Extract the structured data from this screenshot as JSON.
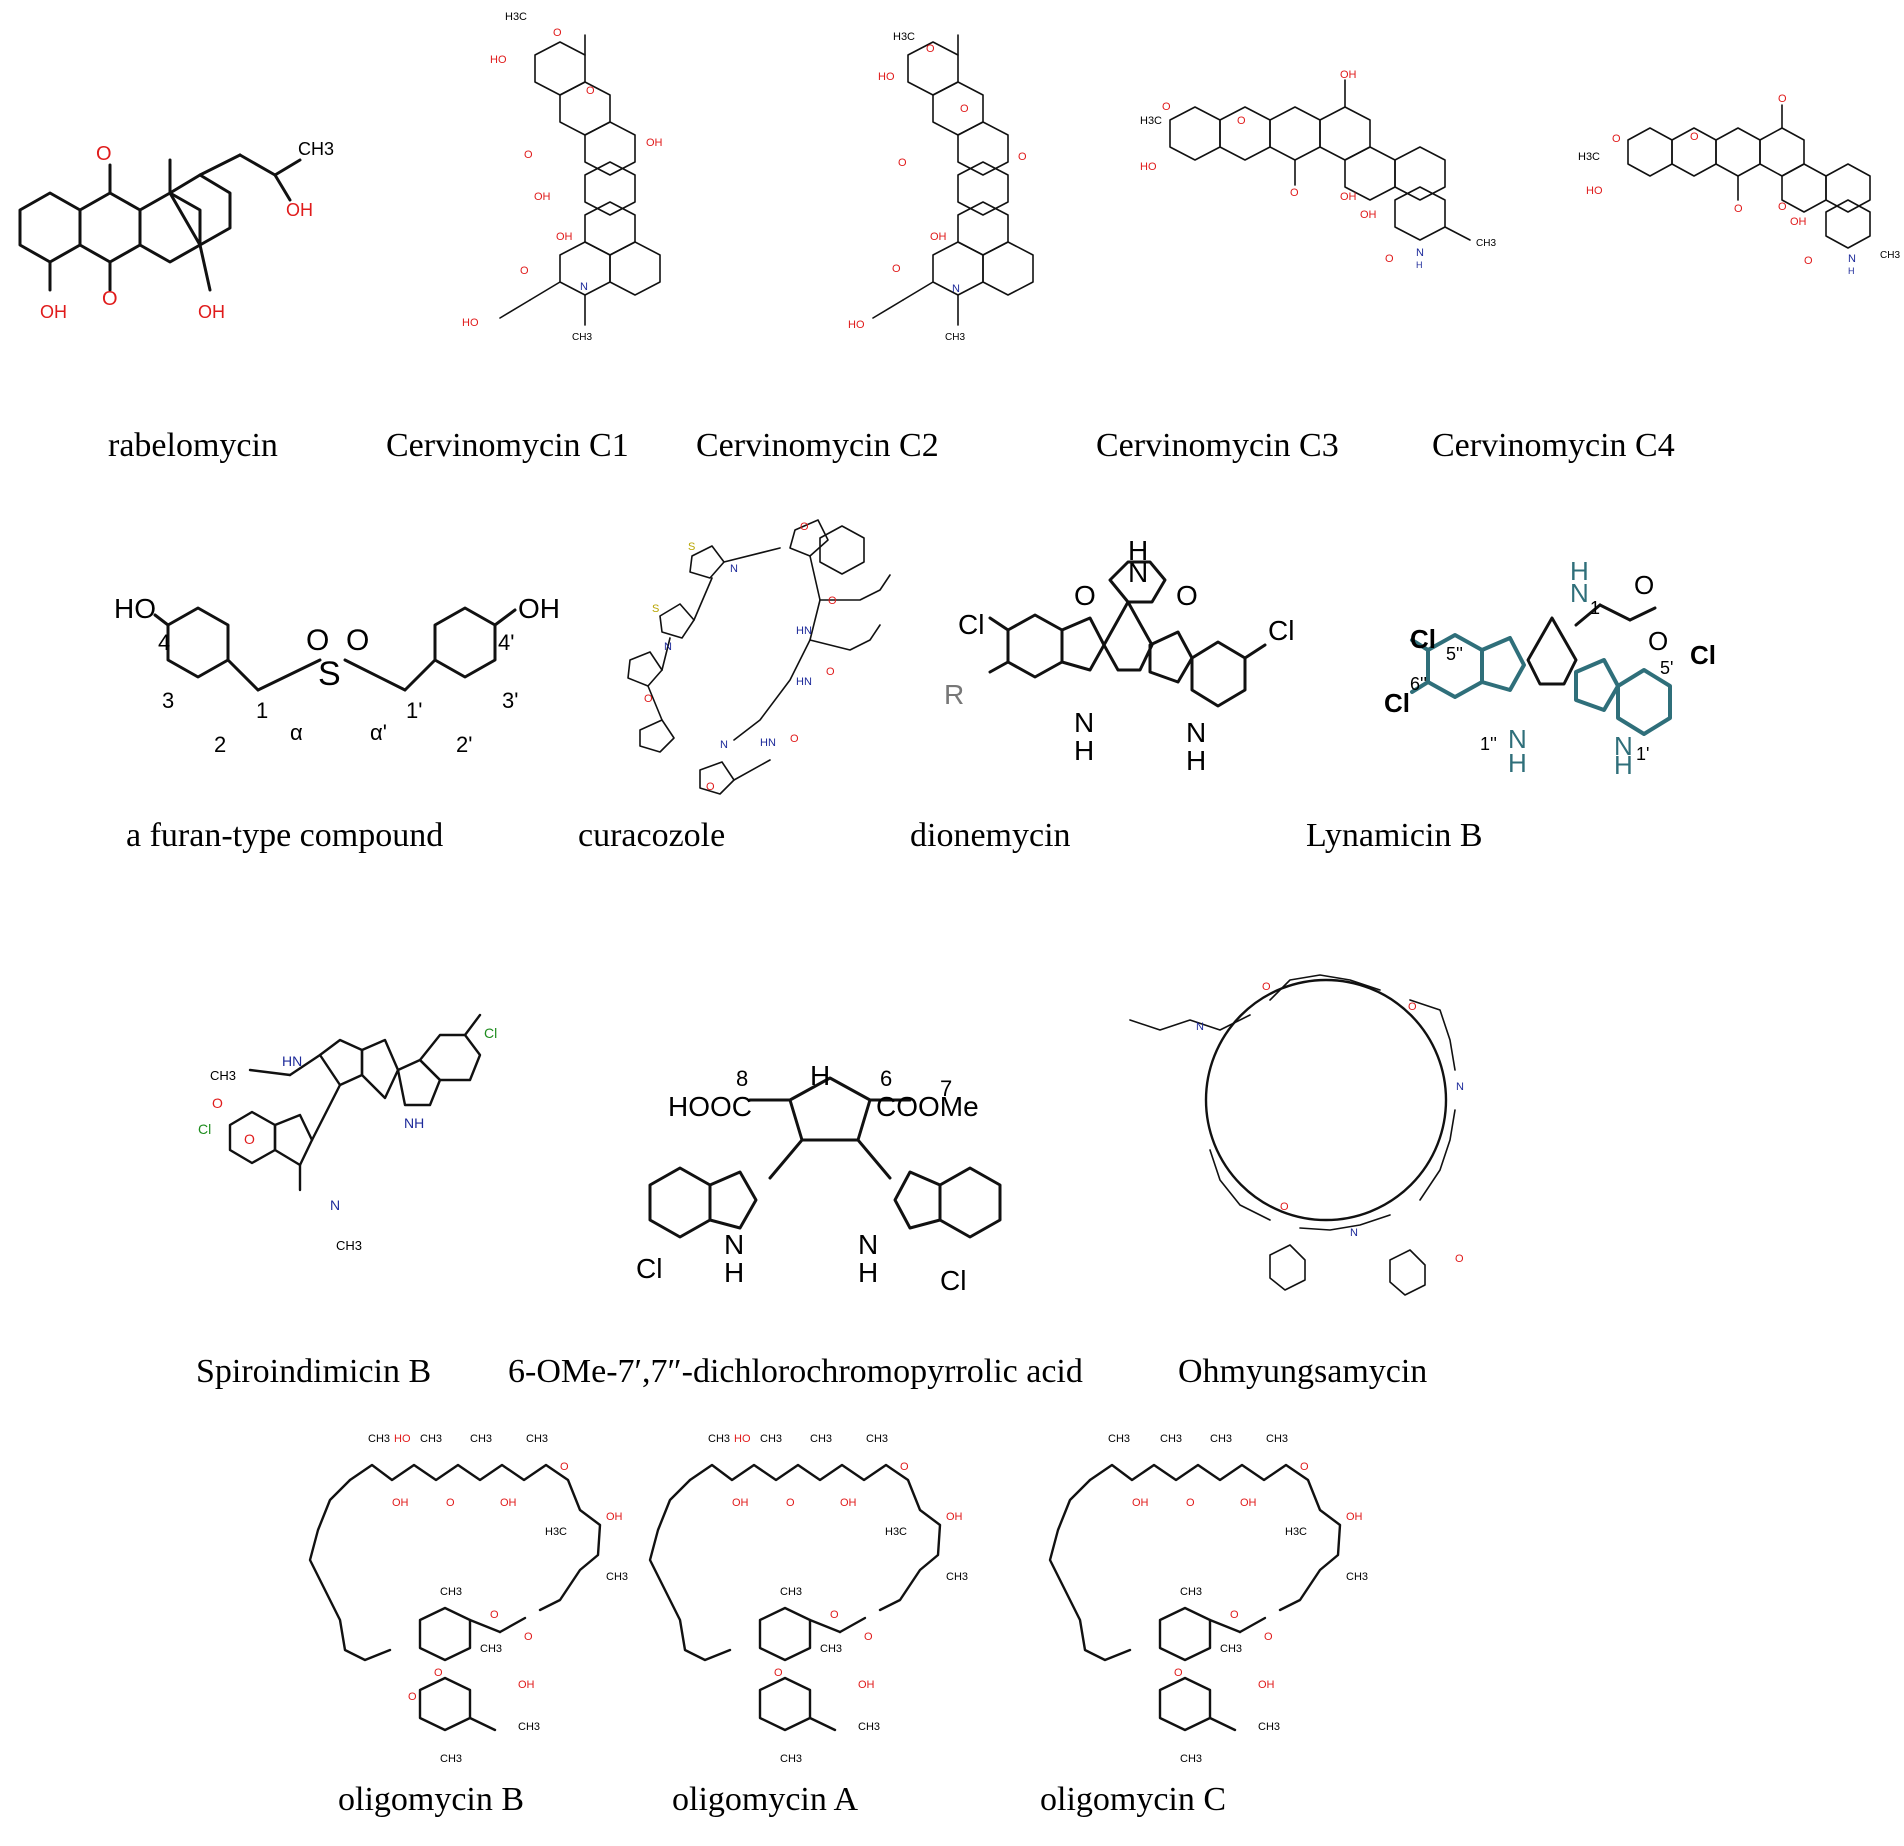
{
  "figure": {
    "rows": [
      {
        "compounds": [
          {
            "name": "rabelomycin"
          },
          {
            "name": "Cervinomycin C1"
          },
          {
            "name": "Cervinomycin C2"
          },
          {
            "name": "Cervinomycin C3"
          },
          {
            "name": "Cervinomycin C4"
          }
        ]
      },
      {
        "compounds": [
          {
            "name": "a furan-type compound"
          },
          {
            "name": "curacozole"
          },
          {
            "name": "dionemycin"
          },
          {
            "name": "Lynamicin B"
          }
        ]
      },
      {
        "compounds": [
          {
            "name": "Spiroindimicin B"
          },
          {
            "name": "6-OMe-7′,7″-dichlorochromopyrrolic acid"
          },
          {
            "name": "Ohmyungsamycin"
          }
        ]
      },
      {
        "compounds": [
          {
            "name": "oligomycin B"
          },
          {
            "name": "oligomycin A"
          },
          {
            "name": "oligomycin C"
          }
        ]
      }
    ]
  },
  "structure_text": {
    "rabelomycin": [
      "O",
      "CH3",
      "OH",
      "O",
      "O",
      "OH",
      "OH"
    ],
    "cervinomycin_c1": [
      "H3C",
      "O",
      "HO",
      "O",
      "OH",
      "O",
      "OH",
      "OH",
      "O",
      "N",
      "HO",
      "CH3"
    ],
    "cervinomycin_c2": [
      "H3C",
      "O",
      "HO",
      "O",
      "O",
      "O",
      "OH",
      "O",
      "N",
      "HO",
      "CH3"
    ],
    "cervinomycin_c3": [
      "H3C",
      "O",
      "HO",
      "O",
      "OH",
      "O",
      "OH",
      "OH",
      "O",
      "N",
      "H",
      "CH3"
    ],
    "cervinomycin_c4": [
      "H3C",
      "O",
      "HO",
      "O",
      "O",
      "O",
      "O",
      "OH",
      "O",
      "N",
      "H",
      "CH3"
    ],
    "furan_type": [
      "HO",
      "4",
      "3",
      "2",
      "1",
      "α",
      "S",
      "O",
      "O",
      "α'",
      "1'",
      "2'",
      "3'",
      "4'",
      "OH"
    ],
    "curacozole": [
      "S",
      "S",
      "O",
      "O",
      "O",
      "N",
      "N",
      "N",
      "HN",
      "HN",
      "HN",
      "O",
      "O",
      "O"
    ],
    "dionemycin": [
      "Cl",
      "R",
      "N",
      "H",
      "O",
      "N",
      "H",
      "O",
      "N",
      "H",
      "Cl"
    ],
    "lynamicin_b": [
      "Cl",
      "5''",
      "6''",
      "Cl",
      "1''",
      "N",
      "H",
      "N",
      "H",
      "1",
      "O",
      "O",
      "N",
      "H",
      "1'",
      "5'",
      "Cl"
    ],
    "spiroindimicin_b": [
      "CH3",
      "O",
      "O",
      "Cl",
      "HN",
      "NH",
      "N",
      "CH3",
      "Cl"
    ],
    "chromopyrrolic": [
      "8",
      "HOOC",
      "N",
      "H",
      "6",
      "COOMe",
      "7",
      "Cl",
      "N",
      "H",
      "N",
      "H",
      "Cl"
    ],
    "ohmyungsamycin": [
      "O",
      "O",
      "O",
      "N",
      "N",
      "N",
      "O"
    ],
    "oligomycin_b": [
      "CH3",
      "HO",
      "CH3",
      "CH3",
      "CH3",
      "OH",
      "O",
      "OH",
      "O",
      "H3C",
      "OH",
      "CH3",
      "CH3",
      "O",
      "O",
      "O",
      "O",
      "CH3",
      "O",
      "OH",
      "CH3",
      "CH3"
    ],
    "oligomycin_a": [
      "CH3",
      "HO",
      "CH3",
      "CH3",
      "CH3",
      "OH",
      "O",
      "OH",
      "O",
      "H3C",
      "OH",
      "CH3",
      "CH3",
      "O",
      "O",
      "O",
      "CH3",
      "O",
      "OH",
      "CH3",
      "CH3"
    ],
    "oligomycin_c": [
      "CH3",
      "CH3",
      "CH3",
      "CH3",
      "OH",
      "O",
      "OH",
      "O",
      "H3C",
      "OH",
      "CH3",
      "CH3",
      "O",
      "O",
      "O",
      "CH3",
      "O",
      "OH",
      "CH3",
      "CH3"
    ]
  },
  "colors": {
    "oxygen": "#e01b1b",
    "nitrogen": "#1d2a9a",
    "chlorine": "#1e8c1e",
    "lynamicin": "#2f6f7a"
  }
}
